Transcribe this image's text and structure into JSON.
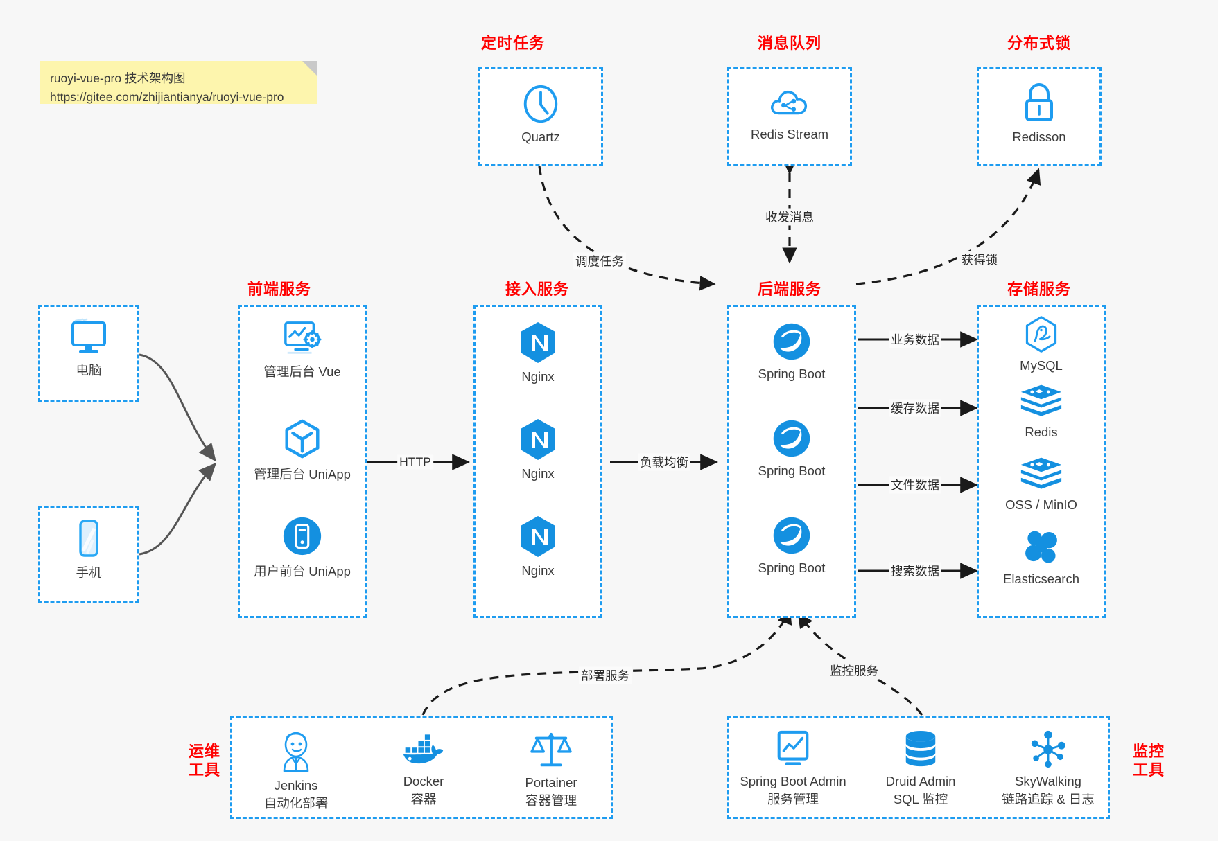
{
  "note": {
    "line1": "ruoyi-vue-pro 技术架构图",
    "line2": "https://gitee.com/zhijiantianya/ruoyi-vue-pro"
  },
  "colors": {
    "accent": "#1e9cf0",
    "title": "#ff0000",
    "background": "#f7f7f7",
    "note_bg": "#fdf5ad",
    "edge": "#1a1a1a",
    "edge_gray": "#555555"
  },
  "groups": {
    "schedule": {
      "title": "定时任务"
    },
    "mq": {
      "title": "消息队列"
    },
    "lock": {
      "title": "分布式锁"
    },
    "frontend": {
      "title": "前端服务"
    },
    "gateway": {
      "title": "接入服务"
    },
    "backend": {
      "title": "后端服务"
    },
    "storage": {
      "title": "存储服务"
    },
    "devops": {
      "title_line1": "运维",
      "title_line2": "工具"
    },
    "monitor": {
      "title_line1": "监控",
      "title_line2": "工具"
    }
  },
  "nodes": {
    "quartz": {
      "label": "Quartz",
      "icon": "clock-icon"
    },
    "redis_stream": {
      "label": "Redis Stream",
      "icon": "cloud-node-icon"
    },
    "redisson": {
      "label": "Redisson",
      "icon": "lock-icon"
    },
    "pc": {
      "label": "电脑",
      "icon": "monitor-icon"
    },
    "phone": {
      "label": "手机",
      "icon": "smartphone-icon"
    },
    "admin_vue": {
      "label": "管理后台 Vue",
      "icon": "dashboard-icon"
    },
    "admin_uniapp": {
      "label": "管理后台 UniApp",
      "icon": "uniapp-cube-icon"
    },
    "user_uniapp": {
      "label": "用户前台 UniApp",
      "icon": "mobile-circle-icon"
    },
    "nginx1": {
      "label": "Nginx",
      "icon": "nginx-icon"
    },
    "nginx2": {
      "label": "Nginx",
      "icon": "nginx-icon"
    },
    "nginx3": {
      "label": "Nginx",
      "icon": "nginx-icon"
    },
    "spring1": {
      "label": "Spring Boot",
      "icon": "spring-boot-icon"
    },
    "spring2": {
      "label": "Spring Boot",
      "icon": "spring-boot-icon"
    },
    "spring3": {
      "label": "Spring Boot",
      "icon": "spring-boot-icon"
    },
    "mysql": {
      "label": "MySQL",
      "icon": "mysql-icon"
    },
    "redis": {
      "label": "Redis",
      "icon": "redis-icon"
    },
    "oss": {
      "label": "OSS / MinIO",
      "icon": "oss-icon"
    },
    "elasticsearch": {
      "label": "Elasticsearch",
      "icon": "elasticsearch-icon"
    },
    "jenkins": {
      "label": "Jenkins",
      "sub": "自动化部署",
      "icon": "jenkins-icon"
    },
    "docker": {
      "label": "Docker",
      "sub": "容器",
      "icon": "docker-icon"
    },
    "portainer": {
      "label": "Portainer",
      "sub": "容器管理",
      "icon": "scales-icon"
    },
    "sba": {
      "label": "Spring Boot Admin",
      "sub": "服务管理",
      "icon": "monitor-chart-icon"
    },
    "druid": {
      "label": "Druid Admin",
      "sub": "SQL 监控",
      "icon": "database-icon"
    },
    "skywalking": {
      "label": "SkyWalking",
      "sub": "链路追踪 & 日志",
      "icon": "network-nodes-icon"
    }
  },
  "edges": {
    "schedule_task": "调度任务",
    "send_receive_msg": "收发消息",
    "acquire_lock": "获得锁",
    "http": "HTTP",
    "load_balance": "负载均衡",
    "business_data": "业务数据",
    "cache_data": "缓存数据",
    "file_data": "文件数据",
    "search_data": "搜索数据",
    "deploy_service": "部署服务",
    "monitor_service": "监控服务"
  }
}
